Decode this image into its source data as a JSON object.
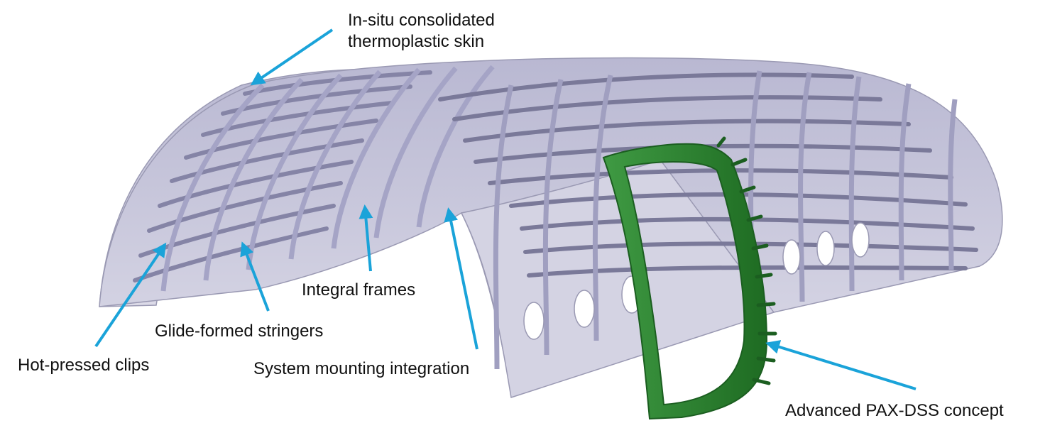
{
  "labels": {
    "skin_line1": "In-situ consolidated",
    "skin_line2": "thermoplastic skin",
    "integral_frames": "Integral frames",
    "glide_formed_stringers": "Glide-formed stringers",
    "hot_pressed_clips": "Hot-pressed clips",
    "system_mounting": "System mounting integration",
    "pax_dss": "Advanced PAX-DSS concept"
  },
  "colors": {
    "skin": "#c9c8dc",
    "skin_edge": "#9a99b3",
    "structure": "#9a9ab8",
    "structure_dark": "#6f6f8e",
    "arrow": "#1aa3d9",
    "pax_frame": "#2e7d32",
    "pax_frame_dark": "#1b5e20",
    "window": "#ffffff"
  }
}
